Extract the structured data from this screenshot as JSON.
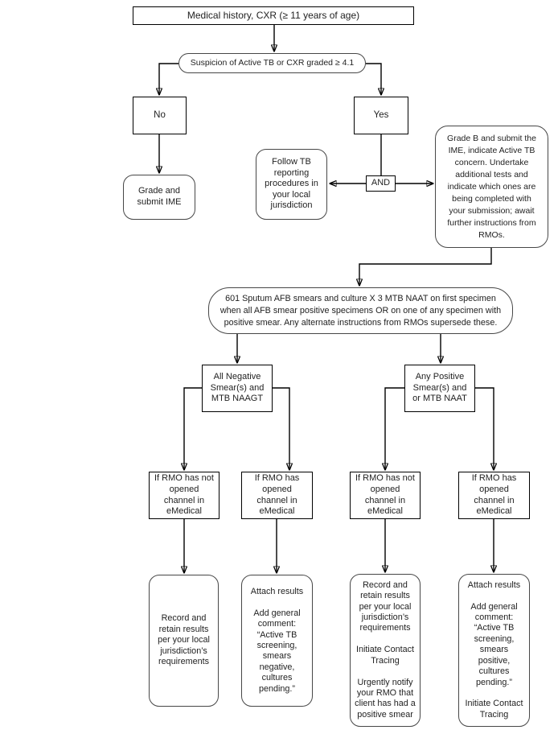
{
  "colors": {
    "background": "#ffffff",
    "line": "#000000",
    "rect_border": "#000000",
    "rounded_border": "#474747",
    "text": "#1f1f1f"
  },
  "nodes": {
    "medical_history": {
      "text": "Medical history, CXR (≥ 11 years of age)"
    },
    "suspicion": {
      "text": "Suspicion of Active TB or CXR graded ≥ 4.1"
    },
    "no": {
      "text": "No"
    },
    "yes": {
      "text": "Yes"
    },
    "follow_tb": {
      "text": "Follow TB\nreporting\nprocedures in\nyour local\njurisdiction"
    },
    "and": {
      "text": "AND"
    },
    "grade_b": {
      "text": "Grade B and submit the\nIME, indicate Active TB\nconcern. Undertake\nadditional tests and\nindicate which ones are\nbeing completed with\nyour submission; await\nfurther instructions from\nRMOs."
    },
    "grade_submit": {
      "text": "Grade and\nsubmit IME"
    },
    "sputum_instructions": {
      "text": "601 Sputum AFB smears and culture X 3 MTB NAAT on first specimen when all AFB smear positive specimens OR on one of any specimen with positive smear. Any alternate instructions from RMOs supersede these."
    },
    "all_negative": {
      "text": "All Negative\nSmear(s) and\nMTB NAAGT"
    },
    "any_positive": {
      "text": "Any Positive\nSmear(s) and\nor MTB NAAT"
    },
    "rmo_not_opened_left": {
      "text": "If RMO has not\nopened\nchannel in\neMedical"
    },
    "rmo_opened_left": {
      "text": "If RMO has\nopened\nchannel in\neMedical"
    },
    "rmo_not_opened_right": {
      "text": "If RMO has not\nopened\nchannel in\neMedical"
    },
    "rmo_opened_right": {
      "text": "If RMO has\nopened\nchannel in\neMedical"
    },
    "record_negative": {
      "text": "Record and\nretain results\nper your local\njurisdiction’s\nrequirements"
    },
    "attach_negative": {
      "text": "Attach results\n\nAdd general\ncomment:\n“Active TB\nscreening,\nsmears\nnegative,\ncultures\npending.”"
    },
    "record_positive": {
      "text": "Record and\nretain results\nper your local\njurisdiction’s\nrequirements\n\nInitiate Contact\nTracing\n\nUrgently notify\nyour RMO that\nclient has had a\npositive smear"
    },
    "attach_positive": {
      "text": "Attach results\n\nAdd general\ncomment:\n“Active TB\nscreening,\nsmears\npositive,\ncultures\npending.”\n\nInitiate Contact\nTracing"
    }
  }
}
